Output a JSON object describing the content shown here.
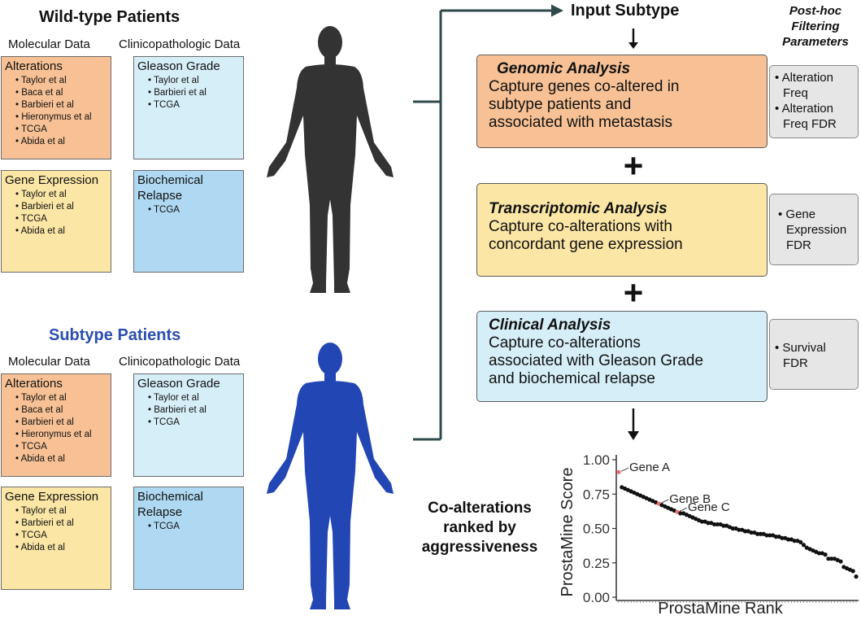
{
  "wildtype": {
    "title": "Wild-type Patients",
    "molecular_header": "Molecular Data",
    "clinical_header": "Clinicopathologic Data",
    "alterations": {
      "title": "Alterations",
      "items": [
        "Taylor et al",
        "Baca et al",
        "Barbieri et al",
        "Hieronymus et al",
        "TCGA",
        "Abida et al"
      ]
    },
    "gleason": {
      "title": "Gleason Grade",
      "items": [
        "Taylor et al",
        "Barbieri et al",
        "TCGA"
      ]
    },
    "expression": {
      "title": "Gene Expression",
      "items": [
        "Taylor et al",
        "Barbieri et al",
        "TCGA",
        "Abida et al"
      ]
    },
    "relapse": {
      "title_line1": "Biochemical",
      "title_line2": "Relapse",
      "items": [
        "TCGA"
      ]
    }
  },
  "subtype": {
    "title": "Subtype Patients",
    "molecular_header": "Molecular Data",
    "clinical_header": "Clinicopathologic Data",
    "alterations": {
      "title": "Alterations",
      "items": [
        "Taylor et al",
        "Baca et al",
        "Barbieri et al",
        "Hieronymus et al",
        "TCGA",
        "Abida et al"
      ]
    },
    "gleason": {
      "title": "Gleason Grade",
      "items": [
        "Taylor et al",
        "Barbieri et al",
        "TCGA"
      ]
    },
    "expression": {
      "title": "Gene Expression",
      "items": [
        "Taylor et al",
        "Barbieri et al",
        "TCGA",
        "Abida et al"
      ]
    },
    "relapse": {
      "title_line1": "Biochemical",
      "title_line2": "Relapse",
      "items": [
        "TCGA"
      ]
    }
  },
  "pipeline": {
    "input_label": "Input Subtype",
    "params_header": [
      "Post-hoc",
      "Filtering",
      "Parameters"
    ],
    "genomic": {
      "title": "Genomic Analysis",
      "lines": [
        "Capture genes co-altered in",
        "subtype patients and",
        "associated with metastasis"
      ],
      "params": [
        "Alteration Freq",
        "Alteration Freq FDR"
      ]
    },
    "plus1": "+",
    "transcriptomic": {
      "title": "Transcriptomic Analysis",
      "lines": [
        "Capture co-alterations with",
        "concordant gene expression"
      ],
      "params": [
        "Gene Expression FDR"
      ]
    },
    "plus2": "+",
    "clinical": {
      "title": "Clinical Analysis",
      "lines": [
        "Capture co-alterations",
        "associated with Gleason Grade",
        "and biochemical relapse"
      ],
      "params": [
        "Survival FDR"
      ]
    }
  },
  "ranked_label": [
    "Co-alterations",
    "ranked by",
    "aggressiveness"
  ],
  "colors": {
    "wildtype_figure": "#333333",
    "subtype_figure": "#2246b3",
    "subtype_title": "#2b4fb0",
    "arrow": "#2f4a4a",
    "orange": "#f7c195",
    "yellow": "#fbe6a6",
    "light_blue": "#d6eef8",
    "blue": "#afd9f2",
    "highlight": "#ef6f6f"
  },
  "chart_data": {
    "type": "scatter",
    "xlabel": "ProstaMine Rank",
    "ylabel": "ProstaMine Score",
    "ylim": [
      0,
      1.0
    ],
    "yticks": [
      "1.00",
      "0.75",
      "0.50",
      "0.25",
      "0.00"
    ],
    "ytick_values": [
      1.0,
      0.75,
      0.5,
      0.25,
      0.0
    ],
    "y": [
      0.91,
      0.8,
      0.79,
      0.78,
      0.77,
      0.76,
      0.75,
      0.74,
      0.73,
      0.72,
      0.71,
      0.7,
      0.69,
      0.68,
      0.67,
      0.66,
      0.65,
      0.64,
      0.63,
      0.62,
      0.61,
      0.61,
      0.6,
      0.59,
      0.58,
      0.57,
      0.56,
      0.55,
      0.55,
      0.54,
      0.54,
      0.53,
      0.53,
      0.53,
      0.52,
      0.52,
      0.51,
      0.5,
      0.5,
      0.49,
      0.49,
      0.48,
      0.48,
      0.47,
      0.47,
      0.46,
      0.46,
      0.46,
      0.45,
      0.45,
      0.45,
      0.44,
      0.44,
      0.43,
      0.43,
      0.42,
      0.42,
      0.41,
      0.41,
      0.4,
      0.38,
      0.36,
      0.35,
      0.34,
      0.33,
      0.32,
      0.32,
      0.31,
      0.28,
      0.28,
      0.28,
      0.27,
      0.26,
      0.22,
      0.21,
      0.2,
      0.19,
      0.15
    ],
    "highlighted": [
      {
        "label": "Gene A",
        "index": 0
      },
      {
        "label": "Gene B",
        "index": 13
      },
      {
        "label": "Gene C",
        "index": 19
      }
    ]
  }
}
